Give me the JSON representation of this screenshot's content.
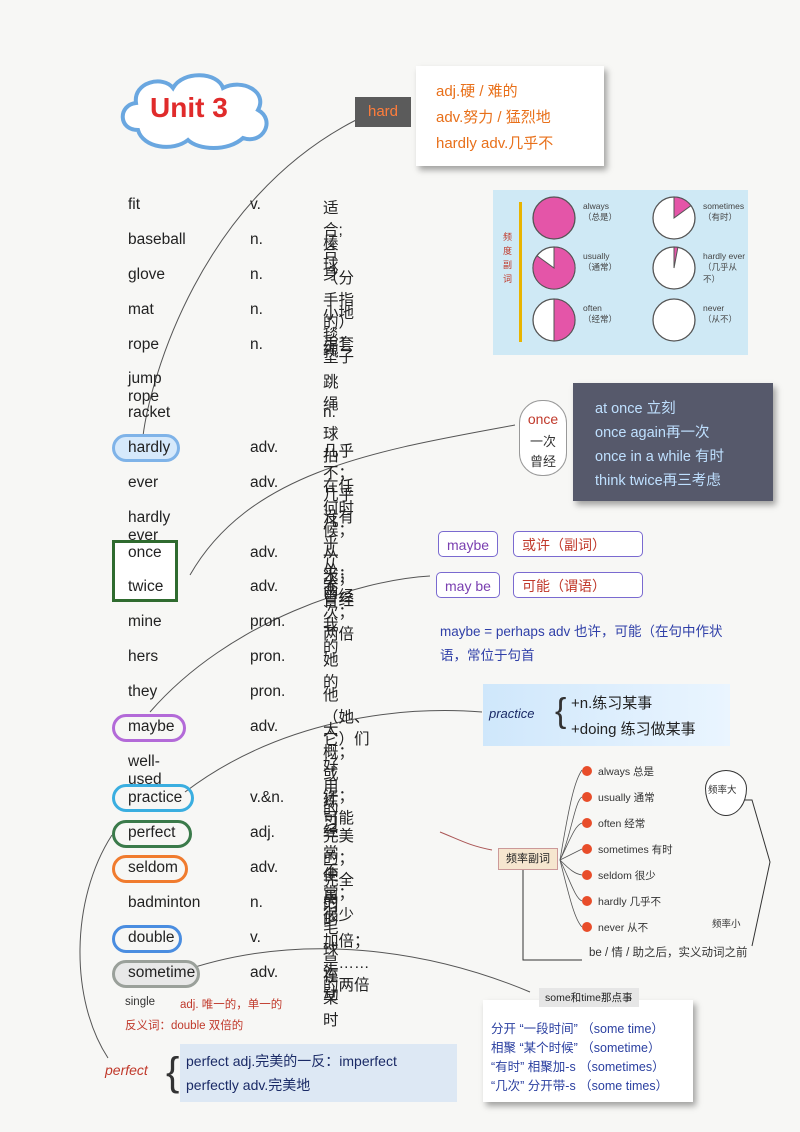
{
  "title": "Unit 3",
  "hard": {
    "tag": "hard",
    "lines": [
      "adj.硬 / 难的",
      "adv.努力 / 猛烈地",
      "hardly adv.几乎不"
    ]
  },
  "vocab": [
    {
      "word": "fit",
      "pos": "v.",
      "meaning": "适合;合身"
    },
    {
      "word": "baseball",
      "pos": "n.",
      "meaning": "棒球"
    },
    {
      "word": "glove",
      "pos": "n.",
      "meaning": "（分手指的）手套"
    },
    {
      "word": "mat",
      "pos": "n.",
      "meaning": "小地毯，垫子"
    },
    {
      "word": "rope",
      "pos": "n.",
      "meaning": "绳"
    },
    {
      "word": "jump rope",
      "pos": "",
      "meaning": "跳绳"
    },
    {
      "word": "racket",
      "pos": "",
      "meaning": "n.球拍"
    },
    {
      "word": "hardly",
      "pos": "adv.",
      "meaning": "几乎不；几乎没有"
    },
    {
      "word": "ever",
      "pos": "adv.",
      "meaning": "在任何时候；从来； 曾经"
    },
    {
      "word": "hardly ever",
      "pos": "",
      "meaning": "几乎从不"
    },
    {
      "word": "once",
      "pos": "adv.",
      "meaning": "一次；曾经"
    },
    {
      "word": "twice",
      "pos": "adv.",
      "meaning": "两次；两倍"
    },
    {
      "word": "mine",
      "pos": "pron.",
      "meaning": "我的"
    },
    {
      "word": "hers",
      "pos": "pron.",
      "meaning": "她的"
    },
    {
      "word": "they",
      "pos": "pron.",
      "meaning": "他（她、它）们"
    },
    {
      "word": "maybe",
      "pos": "adv.",
      "meaning": "大概；或许；可能"
    },
    {
      "word": "well-used",
      "pos": "",
      "meaning": "好用的经常使用的"
    },
    {
      "word": "practice",
      "pos": "v.&n.",
      "meaning": "练习"
    },
    {
      "word": "perfect",
      "pos": "adj.",
      "meaning": "完美的；完全的"
    },
    {
      "word": "seldom",
      "pos": "adv.",
      "meaning": "不常；很少"
    },
    {
      "word": "badminton",
      "pos": "n.",
      "meaning": "羽毛球运动"
    },
    {
      "word": "double",
      "pos": "v.",
      "meaning": "加倍；是……的两倍"
    },
    {
      "word": "sometime",
      "pos": "adv.",
      "meaning": "在某时"
    }
  ],
  "frequency_chart": {
    "side_label": "频度副词",
    "items": [
      {
        "en": "always",
        "zh": "（总是）",
        "fraction": 1.0
      },
      {
        "en": "sometimes",
        "zh": "（有时）",
        "fraction": 0.15
      },
      {
        "en": "usually",
        "zh": "（通常）",
        "fraction": 0.85
      },
      {
        "en": "hardly ever",
        "zh": "（几乎从不）",
        "fraction": 0.03
      },
      {
        "en": "often",
        "zh": "（经常）",
        "fraction": 0.5
      },
      {
        "en": "never",
        "zh": "（从不）",
        "fraction": 0.0
      }
    ],
    "fill_color": "#e455a8"
  },
  "once_note": {
    "bubble": [
      "once",
      "一次",
      "曾经"
    ],
    "lines": [
      "at once 立刻",
      "once again再一次",
      "once in a while 有时",
      "think twice再三考虑"
    ]
  },
  "maybe_note": {
    "row1": {
      "word": "maybe",
      "meaning": "或许（副词）"
    },
    "row2": {
      "word": "may be",
      "meaning": "可能（谓语）"
    },
    "explain": "maybe = perhaps adv 也许，可能（在句中作状语，常位于句首"
  },
  "practice_note": {
    "label": "practice",
    "lines": [
      "+n.练习某事",
      "+doing 练习做某事"
    ]
  },
  "freq_mindmap": {
    "label": "频率副词",
    "items": [
      "always 总是",
      "usually 通常",
      "often 经常",
      "sometimes 有时",
      "seldom 很少",
      "hardly 几乎不",
      "never 从不"
    ],
    "top_label": "频率大",
    "bottom_label": "频率小",
    "position_note": "be / 情 / 助之后，实义动词之前"
  },
  "single_note": {
    "line1_word": "single",
    "line1_meaning": "adj. 唯一的，单一的",
    "line2": "反义词：double 双倍的"
  },
  "some_note": {
    "title": "some和time那点事",
    "lines": [
      "分开 “一段时间” （some time）",
      "相聚 “某个时候” （sometime）",
      "“有时” 相聚加-s （sometimes）",
      "“几次” 分开带-s （some times）"
    ]
  },
  "perfect_note": {
    "label": "perfect",
    "lines": [
      "perfect adj.完美的一反：imperfect",
      "perfectly adv.完美地"
    ]
  },
  "colors": {
    "title_red": "#e02b2b",
    "hardly_pill": "#7fb3e8",
    "once_box": "#2f6b2f",
    "maybe_pill": "#b36ad8",
    "practice_pill": "#3aaee0",
    "perfect_pill": "#3a7a4a",
    "seldom_pill": "#f07b2e",
    "double_pill": "#4a8de0",
    "sometime_pill": "#9aa09a"
  }
}
